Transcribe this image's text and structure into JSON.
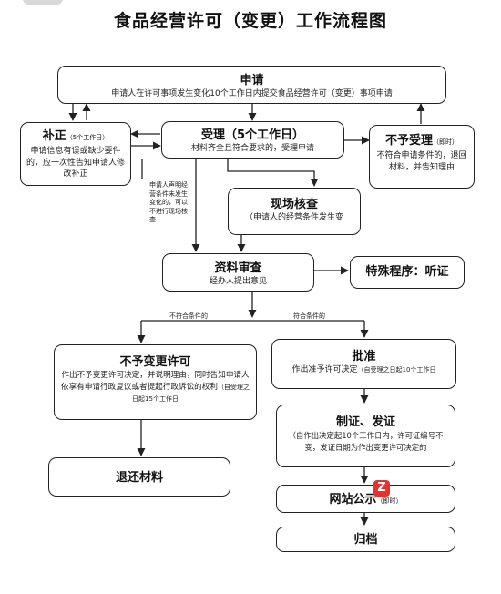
{
  "title": "食品经营许可（变更）工作流程图",
  "apply": {
    "heading": "申请",
    "desc": "申请人在许可事项发生变化10个工作日内提交食品经营许可（变更）事项申请"
  },
  "supplement": {
    "heading": "补正",
    "heading_suffix": "（5个工作日）",
    "desc": "申请信息有误或缺少要件的，应一次性告知申请人修改补正"
  },
  "accept": {
    "heading": "受理（5个工作日）",
    "desc": "材料齐全且符合要求的，受理申请"
  },
  "reject": {
    "heading": "不予受理",
    "heading_suffix": "（即时）",
    "desc": "不符合申请条件的，退回材料，并告知理由"
  },
  "declare_note": "申请人声明经营条件未发生变化的，可以不进行现场核查",
  "inspect": {
    "heading": "现场核查",
    "desc": "（申请人的经营条件发生变"
  },
  "review": {
    "heading": "资料审查",
    "desc": "经办人提出意见"
  },
  "special": {
    "heading": "特殊程序：听证"
  },
  "branch_fail": "不符合条件的",
  "branch_pass": "符合条件的",
  "deny": {
    "heading": "不予变更许可",
    "desc": "作出不予变更许可决定，并说明理由，同时告知申请人依享有申请行政复议或者提起行政诉讼的权利",
    "desc_suffix": "（自受理之日起15个工作日"
  },
  "approve": {
    "heading": "批准",
    "desc": "作出准予许可决定",
    "desc_suffix": "（自受理之日起10个工作日"
  },
  "issue": {
    "heading": "制证、发证",
    "desc": "（自作出决定起10个工作日内，许可证编号不变，发证日期为作出变更许可决定的"
  },
  "return_materials": {
    "heading": "退还材料"
  },
  "publish": {
    "heading": "网站公示",
    "heading_suffix": "（即时）"
  },
  "archive": {
    "heading": "归档"
  },
  "watermark_letter": "Z"
}
